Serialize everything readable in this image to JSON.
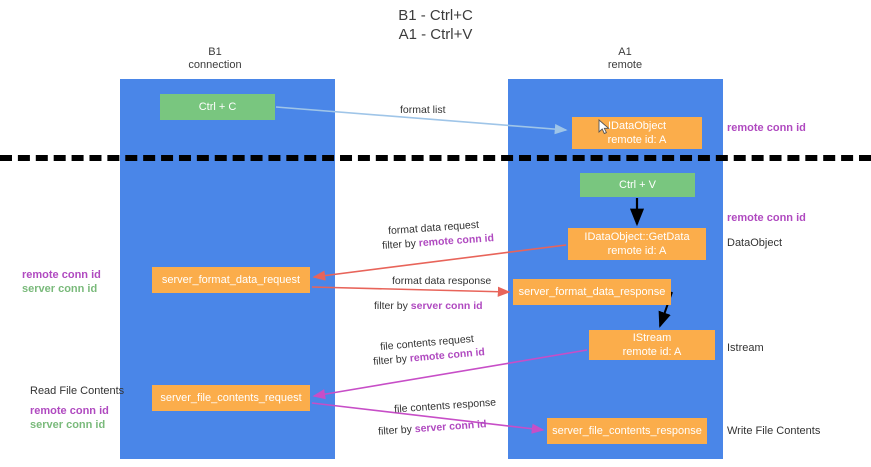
{
  "title": {
    "line1": "B1 - Ctrl+C",
    "line2": "A1 - Ctrl+V"
  },
  "columns": [
    {
      "name": "B1",
      "role": "connection"
    },
    {
      "name": "A1",
      "role": "remote"
    }
  ],
  "nodes": {
    "ctrl_c": {
      "label": "Ctrl + C",
      "color": "#79c67f"
    },
    "idataobject": {
      "label": "IDataObject",
      "sub": "remote id: A",
      "color": "#fbad4b"
    },
    "ctrl_v": {
      "label": "Ctrl + V",
      "color": "#79c67f"
    },
    "getdata": {
      "label": "IDataObject::GetData",
      "sub": "remote id: A",
      "color": "#fbad4b"
    },
    "server_format_data_request": {
      "label": "server_format_data_request",
      "color": "#fbad4b"
    },
    "server_format_data_response": {
      "label": "server_format_data_response",
      "color": "#fbad4b"
    },
    "istream": {
      "label": "IStream",
      "sub": "remote id: A",
      "color": "#fbad4b"
    },
    "server_file_contents_request": {
      "label": "server_file_contents_request",
      "color": "#fbad4b"
    },
    "server_file_contents_response": {
      "label": "server_file_contents_response",
      "color": "#fbad4b"
    }
  },
  "edges": {
    "format_list": "format list",
    "format_data_request": {
      "line1": "format data request",
      "prefix": "filter by ",
      "key": "remote conn id"
    },
    "format_data_response": {
      "line1": "format data response",
      "prefix": "filter by ",
      "key": "server conn id"
    },
    "file_contents_request": {
      "line1": "file contents request",
      "prefix": "filter by ",
      "key": "remote conn id"
    },
    "file_contents_response": {
      "line1": "file contents response",
      "prefix": "filter by ",
      "key": "server conn id"
    }
  },
  "annotations": {
    "remote_conn_id_top": "remote conn id",
    "remote_conn_id_mid": "remote conn id",
    "dataobject": "DataObject",
    "istream": "Istream",
    "write_file_contents": "Write File Contents",
    "read_file_contents": "Read File Contents",
    "left_remote_conn_id": "remote conn id",
    "left_server_conn_id": "server conn id",
    "left2_remote_conn_id": "remote conn id",
    "left2_server_conn_id": "server conn id"
  },
  "colors": {
    "lane": "#4a86e8",
    "green_node": "#79c67f",
    "orange_node": "#fbad4b",
    "purple_text": "#b04ac0",
    "green_text": "#7aba7b",
    "arrow_blue": "#9fc5e8",
    "arrow_red": "#e8645a",
    "arrow_magenta": "#c74ec7",
    "arrow_black": "#000000",
    "divider": "#000000"
  }
}
